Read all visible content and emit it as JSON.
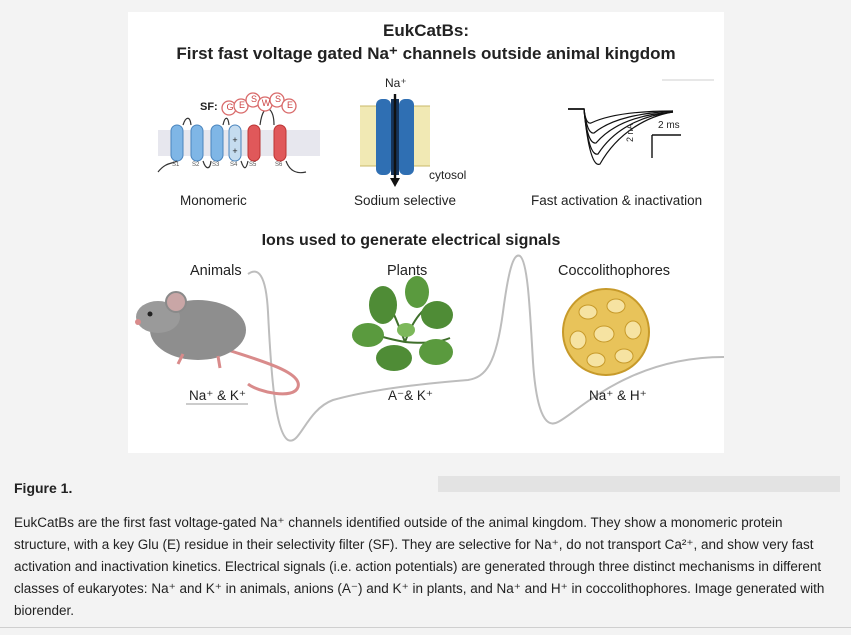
{
  "figure": {
    "title_line1": "EukCatBs:",
    "title_line2": "First fast voltage gated Na⁺ channels outside animal kingdom",
    "panels": {
      "monomeric": {
        "sf_label": "SF:",
        "sf_residues": [
          "G",
          "E",
          "S",
          "W",
          "S",
          "E"
        ],
        "segments": [
          "S1",
          "S2",
          "S3",
          "S4",
          "S5",
          "S6"
        ],
        "label": "Monomeric"
      },
      "sodium": {
        "ion_label": "Na⁺",
        "cytosol_label": "cytosol",
        "label": "Sodium selective"
      },
      "kinetics": {
        "time_scale": "2 ms",
        "current_scale": "2 nA",
        "label": "Fast activation & inactivation"
      }
    },
    "subtitle": "Ions used to generate electrical signals",
    "groups": [
      {
        "name": "Animals",
        "ions": "Na⁺ & K⁺"
      },
      {
        "name": "Plants",
        "ions": "A⁻& K⁺"
      },
      {
        "name": "Coccolithophores",
        "ions": "Na⁺ & H⁺"
      }
    ]
  },
  "caption": {
    "heading": "Figure 1.",
    "text": "EukCatBs are the first fast voltage-gated Na⁺ channels identified outside of the animal kingdom. They show a monomeric protein structure, with a key Glu (E) residue in their selectivity filter (SF). They are selective for Na⁺, do not transport Ca²⁺, and show very fast activation and inactivation kinetics. Electrical signals (i.e. action potentials) are generated through three distinct mechanisms in different classes of eukaryotes: Na⁺ and K⁺ in animals, anions (A⁻) and K⁺ in plants, and Na⁺ and H⁺ in coccolithophores. Image generated with biorender."
  },
  "colors": {
    "helix_blue": "#7fb6e6",
    "helix_red": "#e0585a",
    "membrane": "#f1e9b4",
    "channel_blue": "#2f6fb3",
    "trace_gray": "#b9b9b9"
  }
}
